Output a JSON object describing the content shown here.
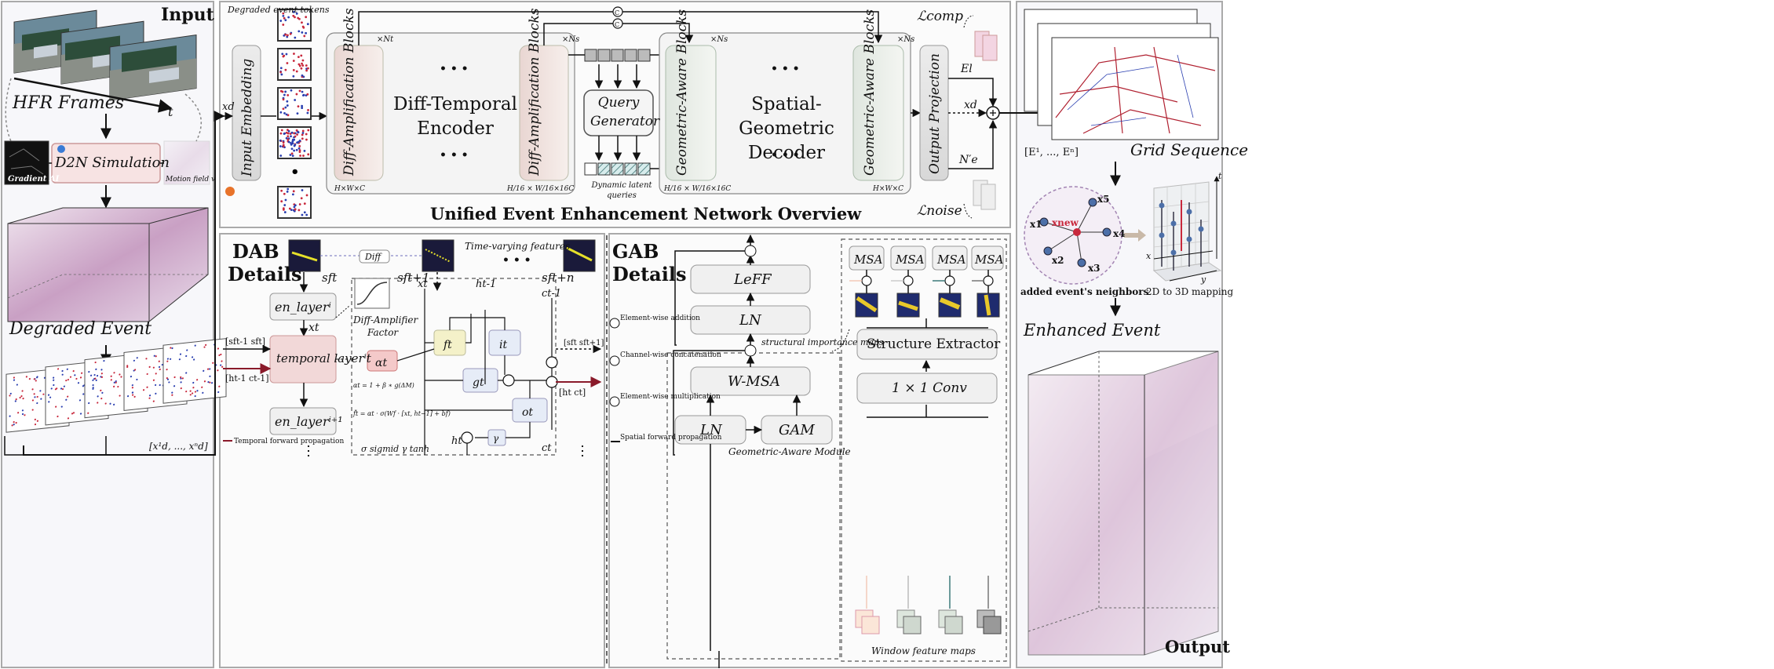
{
  "input_panel": {
    "title": "Input",
    "hfr_frames": "HFR Frames",
    "time_axis": "t",
    "gradient": "Gradient AI",
    "d2n": "D2N Simulation",
    "motion_field": "Motion field v",
    "degraded_event": "Degraded Event",
    "token_seq": "[x¹d, ..., xⁿd]"
  },
  "network": {
    "title": "Unified Event Enhancement Network Overview",
    "degraded_tokens": "Degraded event tokens",
    "xd_in": "xd",
    "input_embedding": "Input Embedding",
    "dab_block_1": "Diff-Amplification Blocks",
    "dab_block_2": "Diff-Amplification Blocks",
    "n_t": "×Nt",
    "n_s_1": "×Ns",
    "n_s_2": "×Ns",
    "n_s_3": "×Ns",
    "ellipsis": "• • •",
    "encoder": "Diff-Temporal Encoder",
    "dim_hwc_1": "H×W×C",
    "dim_16_1": "H/16 × W/16×16C",
    "dim_16_2": "H/16 × W/16×16C",
    "dim_hwc_2": "H×W×C",
    "query_generator": "Query Generator",
    "dynamic_queries": "Dynamic latent queries",
    "gab_block_1": "Geometric-Aware Blocks",
    "gab_block_2": "Geometric-Aware Blocks",
    "decoder": "Spatial-Geometric Decoder",
    "output_projection": "Output Projection",
    "concat_symbol": "C",
    "el": "El",
    "xd_out": "xd",
    "ne": "N′e",
    "l_comp": "ℒcomp",
    "l_noise": "ℒnoise"
  },
  "output_panel": {
    "title": "Output",
    "grid_sequence": "Grid Sequence",
    "grid_seq_label": "[E¹, ..., Eⁿ]",
    "neighbors": "added event's neighbors",
    "mapping": "2D to 3D mapping",
    "enhanced_event": "Enhanced Event",
    "x_new": "xnew",
    "x1": "x1",
    "x2": "x2",
    "x3": "x3",
    "x4": "x4",
    "x5": "x5",
    "axis_x": "x",
    "axis_y": "y",
    "axis_t": "t"
  },
  "dab": {
    "title_1": "DAB",
    "title_2": "Details",
    "sf_t": "sft",
    "sf_t1": "sft+1",
    "sf_tn": "sft+n",
    "diff": "Diff",
    "time_varying": "Time-varying features",
    "en_layer_i": "en_layerⁱ",
    "en_layer_i1": "en_layerⁱ⁺¹",
    "x_t_1": "xt",
    "x_t_2": "xt",
    "temporal_layer": "temporal layerⁱt",
    "sf_in": "[sft-1 sft]",
    "h_in": "[ht-1 ct-1]",
    "diff_amp_1": "Diff-Amplifier",
    "diff_amp_2": "Factor",
    "alpha": "αt",
    "h_tm1": "ht-1",
    "c_tm1": "ct-1",
    "f_t": "ft",
    "i_t": "it",
    "g_t": "gt",
    "o_t": "ot",
    "gamma": "γ",
    "alpha_eq": "αt = 1 + β ∗ g(ΔM)",
    "f_eq": "f̃t = αt · σ(Wf · [xt, ht−1] + bf)",
    "h_t": "ht",
    "c_t": "ct",
    "sf_out": "[sft sft+1]",
    "h_out": "[ht ct]",
    "legend_sig": "σ sigmid γ tanh",
    "legend_temporal": "Temporal forward propagation"
  },
  "legend": {
    "add": "Element-wise addition",
    "concat": "Channel-wise concatenation",
    "mult": "Element-wise multiplication",
    "spatial": "Spatial forward propagation"
  },
  "gab": {
    "title_1": "GAB",
    "title_2": "Details",
    "leff": "LeFF",
    "ln_1": "LN",
    "wmsa": "W-MSA",
    "ln_2": "LN",
    "gam": "GAM",
    "gam_title": "Geometric-Aware Module",
    "msa": "MSA",
    "structural": "structural importance maps",
    "structure_extractor": "Structure Extractor",
    "conv": "1 × 1 Conv",
    "window_maps": "Window feature maps"
  },
  "colors": {
    "event_red": "#c8283c",
    "event_blue": "#2a3fb0",
    "box_fill": "#eeeeee",
    "pink_fill": "#f6dcdc",
    "red_line": "#8a1a2a"
  }
}
